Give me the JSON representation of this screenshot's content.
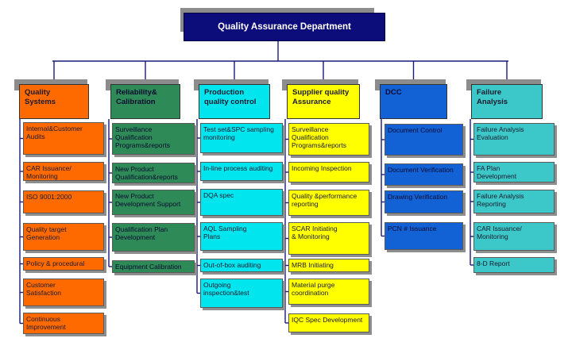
{
  "title": "Quality  Assurance Department",
  "columns": [
    {
      "id": "quality-systems",
      "header": "Quality\nSystems",
      "color": "#ff6a00",
      "items": [
        "Internal&Customer\nAudits",
        "CAR Issuance/\nMonitoring",
        "ISO 9001:2000",
        "Quality target\nGeneration",
        "Policy & procedural",
        "Customer\nSatisfaction",
        "Continuous\nImprovement"
      ]
    },
    {
      "id": "reliability-calibration",
      "header": "Reliability&\nCalibration",
      "color": "#2e8b57",
      "items": [
        "Surveillance\nQualification\nPrograms&reports",
        "New Product\nQualification&reports",
        "New Product\nDevelopment Support",
        "Qualification Plan\nDevelopment",
        "Equipment Calibration"
      ]
    },
    {
      "id": "production-quality-control",
      "header": "Production\nquality control",
      "color": "#00e5ee",
      "items": [
        "Test set&SPC sampling\nmonitoring",
        "In-line process auditing",
        "DQA spec",
        "AQL Sampling\nPlans",
        "Out-of-box auditing",
        "Outgoing\ninspection&test"
      ]
    },
    {
      "id": "supplier-quality-assurance",
      "header": "Supplier quality\nAssurance",
      "color": "#ffff00",
      "items": [
        "Surveillance\nQualification\nPrograms&reports",
        "Incoming Inspection",
        "Quality &performance\nreporting",
        "SCAR Initiating\n& Monitoring",
        "MRB Initiating",
        "Material purge\ncoordination",
        "IQC Spec Development"
      ]
    },
    {
      "id": "dcc",
      "header": "DCC",
      "color": "#1262d6",
      "items": [
        "Document Control",
        "Document Verification",
        "Drawing Verification",
        "PCN # Issuance"
      ]
    },
    {
      "id": "failure-analysis",
      "header": "Failure\nAnalysis",
      "color": "#3cc8c8",
      "items": [
        "Failure Analysis\nEvaluation",
        "FA Plan\nDevelopment",
        "Failure Analysis\nReporting",
        "CAR Issuance/\nMonitoring",
        "8-D Report"
      ]
    }
  ]
}
